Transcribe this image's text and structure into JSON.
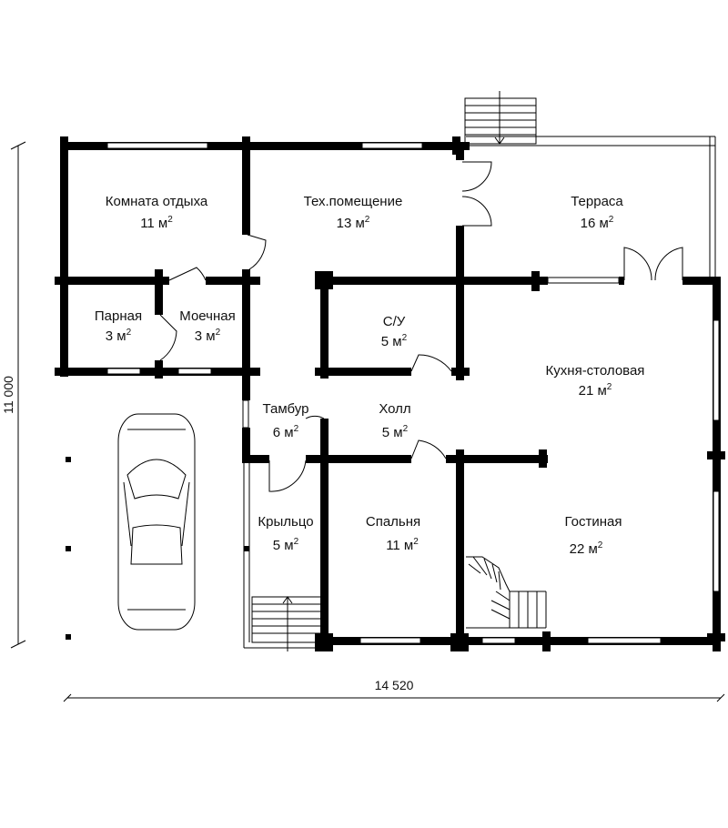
{
  "plan": {
    "rooms": [
      {
        "id": "rest-room",
        "name": "Комната отдыха",
        "area": "11 м",
        "sup": "2"
      },
      {
        "id": "tech-room",
        "name": "Тех.помещение",
        "area": "13 м",
        "sup": "2"
      },
      {
        "id": "terrace",
        "name": "Терраса",
        "area": "16 м",
        "sup": "2"
      },
      {
        "id": "steam-room",
        "name": "Парная",
        "area": "3 м",
        "sup": "2"
      },
      {
        "id": "wash-room",
        "name": "Моечная",
        "area": "3 м",
        "sup": "2"
      },
      {
        "id": "wc",
        "name": "С/У",
        "area": "5 м",
        "sup": "2"
      },
      {
        "id": "kitchen-dining",
        "name": "Кухня-столовая",
        "area": "21 м",
        "sup": "2"
      },
      {
        "id": "vestibule",
        "name": "Тамбур",
        "area": "6 м",
        "sup": "2"
      },
      {
        "id": "hall",
        "name": "Холл",
        "area": "5 м",
        "sup": "2"
      },
      {
        "id": "porch",
        "name": "Крыльцо",
        "area": "5 м",
        "sup": "2"
      },
      {
        "id": "bedroom",
        "name": "Спальня",
        "area": "11 м",
        "sup": "2"
      },
      {
        "id": "living-room",
        "name": "Гостиная",
        "area": "22 м",
        "sup": "2"
      }
    ],
    "dimensions": {
      "width": "14 520",
      "height": "11 000"
    }
  }
}
